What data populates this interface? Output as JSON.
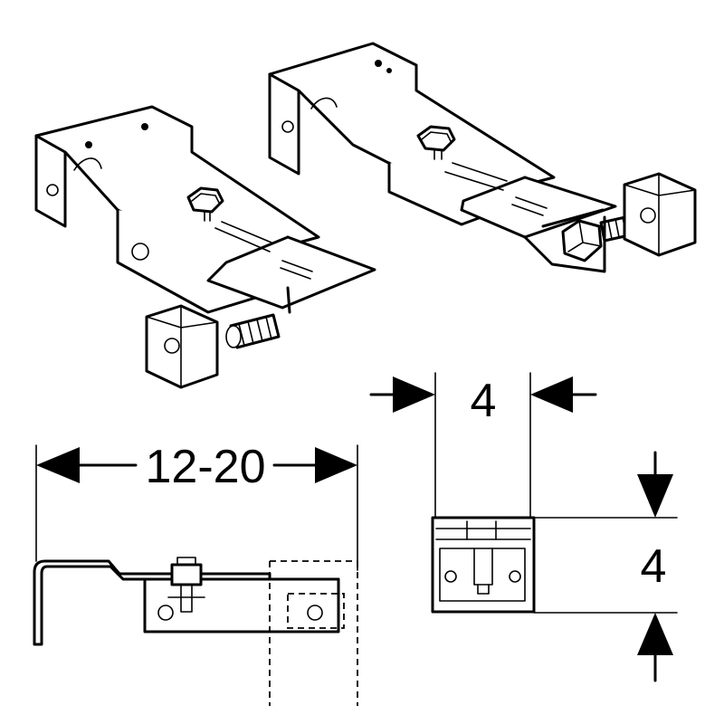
{
  "dimensions": {
    "adjustment_range": "12-20",
    "plate_width": "4",
    "plate_height": "4"
  }
}
